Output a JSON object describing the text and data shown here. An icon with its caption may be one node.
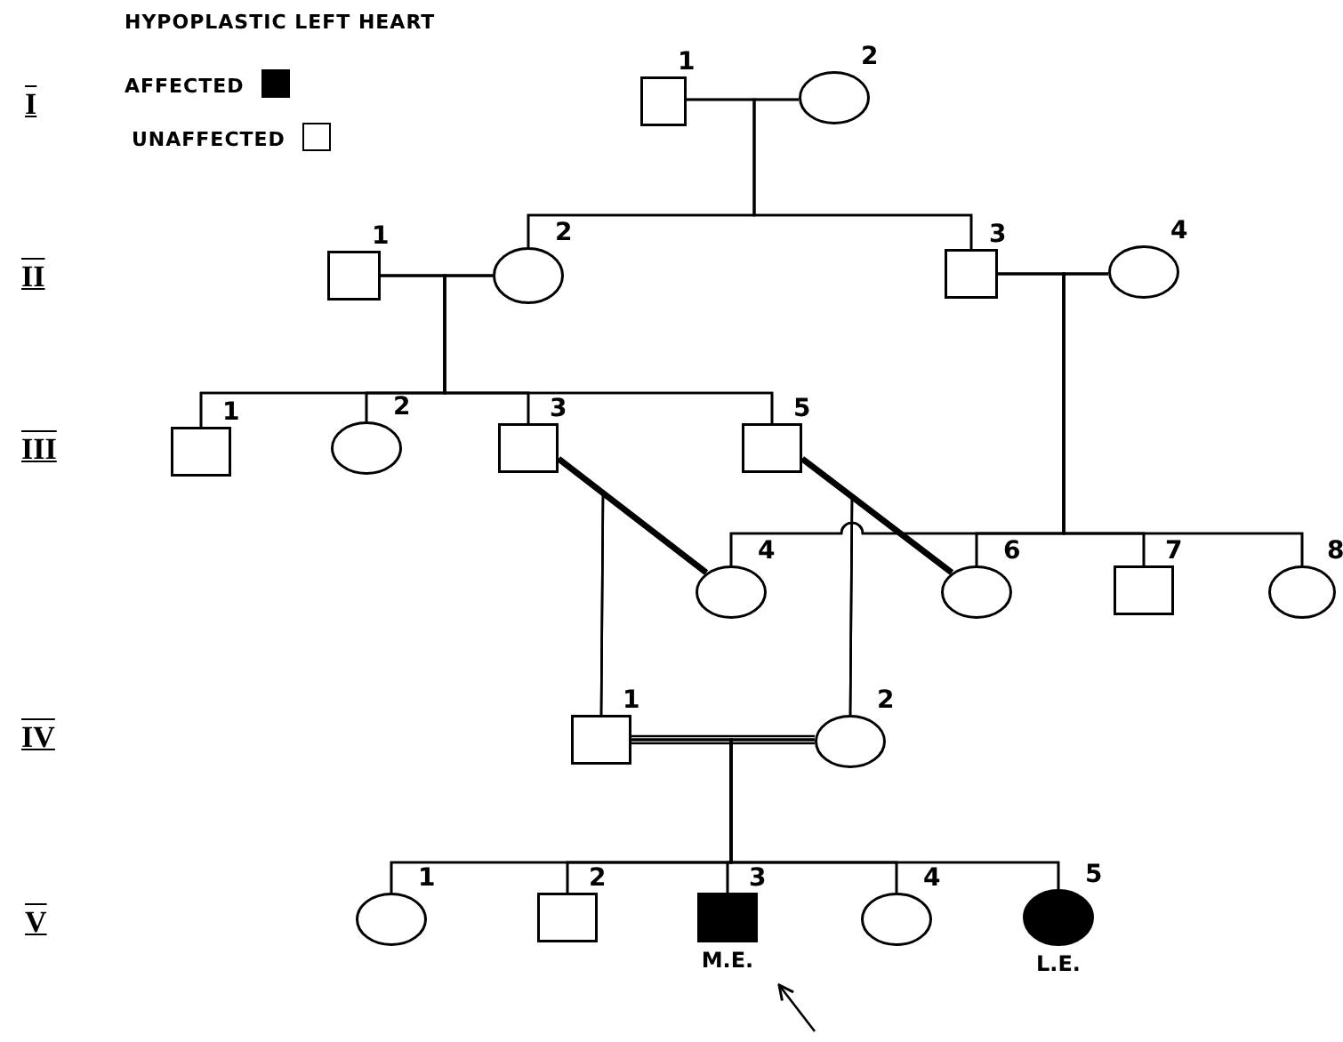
{
  "diagram": {
    "title": "HYPOPLASTIC LEFT HEART",
    "nodes": [
      {
        "text": [],
        "shape": "box",
        "beside": [
          "1"
        ]
      },
      {
        "text": [],
        "shape": "circle",
        "beside": [
          "2"
        ]
      },
      {
        "text": [],
        "shape": "box",
        "beside": [
          "1"
        ]
      },
      {
        "text": [],
        "shape": "circle",
        "beside": [
          "2"
        ]
      },
      {
        "text": [],
        "shape": "box",
        "beside": [
          "3"
        ]
      },
      {
        "text": [],
        "shape": "circle",
        "beside": [
          "4"
        ]
      },
      {
        "text": [],
        "shape": "box",
        "beside": [
          "1"
        ]
      },
      {
        "text": [],
        "shape": "circle",
        "beside": [
          "2"
        ]
      },
      {
        "text": [],
        "shape": "box",
        "beside": [
          "3"
        ]
      },
      {
        "text": [],
        "shape": "box",
        "beside": [
          "5"
        ]
      },
      {
        "text": [],
        "shape": "circle",
        "beside": [
          "4"
        ]
      },
      {
        "text": [],
        "shape": "circle",
        "beside": [
          "6"
        ]
      },
      {
        "text": [],
        "shape": "box",
        "beside": [
          "7"
        ]
      },
      {
        "text": [],
        "shape": "circle",
        "beside": [
          "8"
        ]
      },
      {
        "text": [],
        "shape": "box",
        "beside": [
          "1"
        ]
      },
      {
        "text": [],
        "shape": "circle",
        "beside": [
          "2"
        ]
      },
      {
        "text": [],
        "shape": "circle",
        "beside": [
          "1"
        ]
      },
      {
        "text": [],
        "shape": "box",
        "beside": [
          "2"
        ]
      },
      {
        "text": [],
        "shape": "box",
        "beside": [
          "3",
          "M.E."
        ]
      },
      {
        "text": [],
        "shape": "circle",
        "beside": [
          "4"
        ]
      },
      {
        "text": [],
        "shape": "circle",
        "beside": [
          "5",
          "L.E."
        ]
      }
    ],
    "edges": [
      {
        "from": 0,
        "to": 1,
        "arrow": "none"
      },
      {
        "from": 0,
        "to": 3,
        "arrow": "none"
      },
      {
        "from": 1,
        "to": 3,
        "arrow": "none"
      },
      {
        "from": 0,
        "to": 4,
        "arrow": "none"
      },
      {
        "from": 1,
        "to": 4,
        "arrow": "none"
      },
      {
        "from": 2,
        "to": 3,
        "arrow": "none"
      },
      {
        "from": 2,
        "to": 6,
        "arrow": "none"
      },
      {
        "from": 3,
        "to": 6,
        "arrow": "none"
      },
      {
        "from": 2,
        "to": 7,
        "arrow": "none"
      },
      {
        "from": 3,
        "to": 7,
        "arrow": "none"
      },
      {
        "from": 2,
        "to": 8,
        "arrow": "none"
      },
      {
        "from": 3,
        "to": 8,
        "arrow": "none"
      },
      {
        "from": 2,
        "to": 9,
        "arrow": "none"
      },
      {
        "from": 3,
        "to": 9,
        "arrow": "none"
      },
      {
        "from": 4,
        "to": 5,
        "arrow": "none"
      },
      {
        "from": 4,
        "to": 10,
        "arrow": "none"
      },
      {
        "from": 5,
        "to": 10,
        "arrow": "none"
      },
      {
        "from": 4,
        "to": 11,
        "arrow": "none"
      },
      {
        "from": 5,
        "to": 11,
        "arrow": "none"
      },
      {
        "from": 4,
        "to": 12,
        "arrow": "none"
      },
      {
        "from": 5,
        "to": 12,
        "arrow": "none"
      },
      {
        "from": 4,
        "to": 13,
        "arrow": "none"
      },
      {
        "from": 5,
        "to": 13,
        "arrow": "none"
      },
      {
        "from": 8,
        "to": 10,
        "arrow": "none",
        "style": "thick"
      },
      {
        "from": 9,
        "to": 11,
        "arrow": "none",
        "style": "thick"
      },
      {
        "from": 8,
        "to": 14,
        "arrow": "none"
      },
      {
        "from": 10,
        "to": 14,
        "arrow": "none"
      },
      {
        "from": 9,
        "to": 15,
        "arrow": "none"
      },
      {
        "from": 11,
        "to": 15,
        "arrow": "none"
      },
      {
        "from": 14,
        "to": 15,
        "arrow": "none"
      },
      {
        "from": 14,
        "to": 16,
        "arrow": "none"
      },
      {
        "from": 15,
        "to": 16,
        "arrow": "none"
      },
      {
        "from": 14,
        "to": 17,
        "arrow": "none"
      },
      {
        "from": 15,
        "to": 17,
        "arrow": "none"
      },
      {
        "from": 14,
        "to": 18,
        "arrow": "none"
      },
      {
        "from": 15,
        "to": 18,
        "arrow": "none"
      },
      {
        "from": 14,
        "to": 19,
        "arrow": "none"
      },
      {
        "from": 15,
        "to": 19,
        "arrow": "none"
      },
      {
        "from": 14,
        "to": 20,
        "arrow": "none"
      },
      {
        "from": 15,
        "to": 20,
        "arrow": "none"
      },
      {
        "from": null,
        "to": 18,
        "arrow": "to"
      }
    ],
    "labels": [
      "I",
      "II",
      "III",
      "IV",
      "V"
    ],
    "legend": [
      {
        "text": "AFFECTED",
        "color": "#000000"
      },
      {
        "text": "UNAFFECTED",
        "color": "#ffffff"
      }
    ]
  }
}
